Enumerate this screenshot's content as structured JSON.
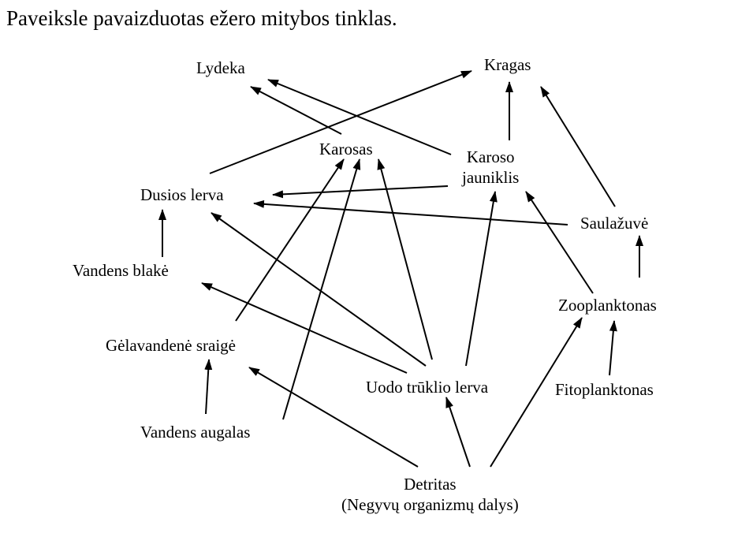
{
  "title": "Paveiksle pavaizduotas ežero mitybos tinklas.",
  "nodes": {
    "lydeka": "Lydeka",
    "kragas": "Kragas",
    "karosas": "Karosas",
    "karoso_jauniklis_1": "Karoso",
    "karoso_jauniklis_2": "jauniklis",
    "dusios_lerva": "Dusios lerva",
    "saulazuve": "Saulažuvė",
    "vandens_blake": "Vandens blakė",
    "zooplanktonas": "Zooplanktonas",
    "gelavandene_sraige": "Gėlavandenė sraigė",
    "uodo_truklio_lerva": "Uodo trūklio lerva",
    "fitoplanktonas": "Fitoplanktonas",
    "vandens_augalas": "Vandens augalas",
    "detritas": "Detritas",
    "detritas_sub": "(Negyvų organizmų dalys)"
  },
  "edges": [
    {
      "from": "Karosas",
      "to": "Lydeka"
    },
    {
      "from": "Karoso jauniklis",
      "to": "Lydeka"
    },
    {
      "from": "Dusios lerva",
      "to": "Kragas"
    },
    {
      "from": "Karoso jauniklis",
      "to": "Kragas"
    },
    {
      "from": "Saulažuvė",
      "to": "Kragas"
    },
    {
      "from": "Karoso jauniklis",
      "to": "Dusios lerva"
    },
    {
      "from": "Saulažuvė",
      "to": "Dusios lerva"
    },
    {
      "from": "Vandens blakė",
      "to": "Dusios lerva"
    },
    {
      "from": "Uodo trūklio lerva",
      "to": "Dusios lerva"
    },
    {
      "from": "Gėlavandenė sraigė",
      "to": "Karosas"
    },
    {
      "from": "Vandens augalas",
      "to": "Karosas"
    },
    {
      "from": "Uodo trūklio lerva",
      "to": "Karosas"
    },
    {
      "from": "Uodo trūklio lerva",
      "to": "Karoso jauniklis"
    },
    {
      "from": "Zooplanktonas",
      "to": "Karoso jauniklis"
    },
    {
      "from": "Zooplanktonas",
      "to": "Saulažuvė"
    },
    {
      "from": "Uodo trūklio lerva",
      "to": "Vandens blakė"
    },
    {
      "from": "Vandens augalas",
      "to": "Gėlavandenė sraigė"
    },
    {
      "from": "Detritas",
      "to": "Gėlavandenė sraigė"
    },
    {
      "from": "Detritas",
      "to": "Uodo trūklio lerva"
    },
    {
      "from": "Detritas",
      "to": "Zooplanktonas"
    },
    {
      "from": "Fitoplanktonas",
      "to": "Zooplanktonas"
    }
  ]
}
